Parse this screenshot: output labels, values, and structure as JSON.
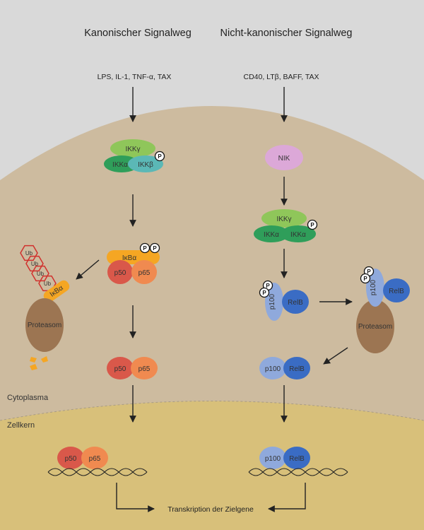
{
  "titles": {
    "canonical": "Kanonischer Signalweg",
    "noncanonical": "Nicht-kanonischer Signalweg"
  },
  "stimuli": {
    "canonical": "LPS, IL-1, TNF-α, TAX",
    "noncanonical": "CD40, LTβ, BAFF, TAX"
  },
  "regions": {
    "cytoplasm": "Cytoplasma",
    "nucleus": "Zellkern"
  },
  "labels": {
    "ikkg": "IKKγ",
    "ikka": "IKKα",
    "ikkb": "IKKβ",
    "p": "P",
    "ikba": "IκBα",
    "p50": "p50",
    "p65": "p65",
    "ub": "Ub",
    "proteasome": "Proteasom",
    "nik": "NIK",
    "p100": "p100",
    "relb": "RelB"
  },
  "output": "Transkription der Zielgene",
  "colors": {
    "background": "#d9d9d9",
    "cytoplasm": "#cdbb9f",
    "nucleus": "#d8c07a",
    "ikk_gamma": "#8fc65a",
    "ikk_alpha": "#2f9e5a",
    "ikk_beta": "#5bb8b6",
    "ikba": "#f5a623",
    "p50": "#d9584a",
    "p65": "#f08a50",
    "nik": "#dca8d8",
    "p100": "#8fa9dc",
    "relb": "#3a6cc4",
    "proteasome": "#9c7552",
    "ubiquitin": "#d0312d"
  }
}
